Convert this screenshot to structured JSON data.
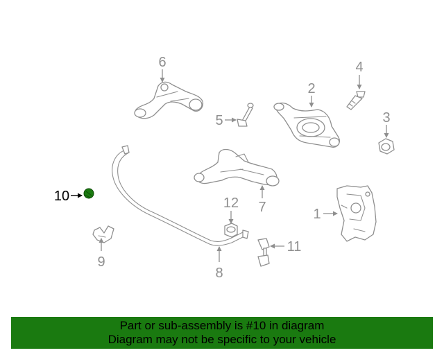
{
  "diagram": {
    "callouts": [
      "1",
      "2",
      "3",
      "4",
      "5",
      "6",
      "7",
      "8",
      "9",
      "10",
      "11",
      "12"
    ],
    "highlighted": "10",
    "colors": {
      "line": "#8f8f8f",
      "highlight_part": "#1a7a10",
      "highlight_text": "#000000"
    }
  },
  "banner": {
    "line1": "Part or sub-assembly is #10 in diagram",
    "line2": "Diagram may not be specific to your vehicle",
    "background": "#1a7a10"
  }
}
